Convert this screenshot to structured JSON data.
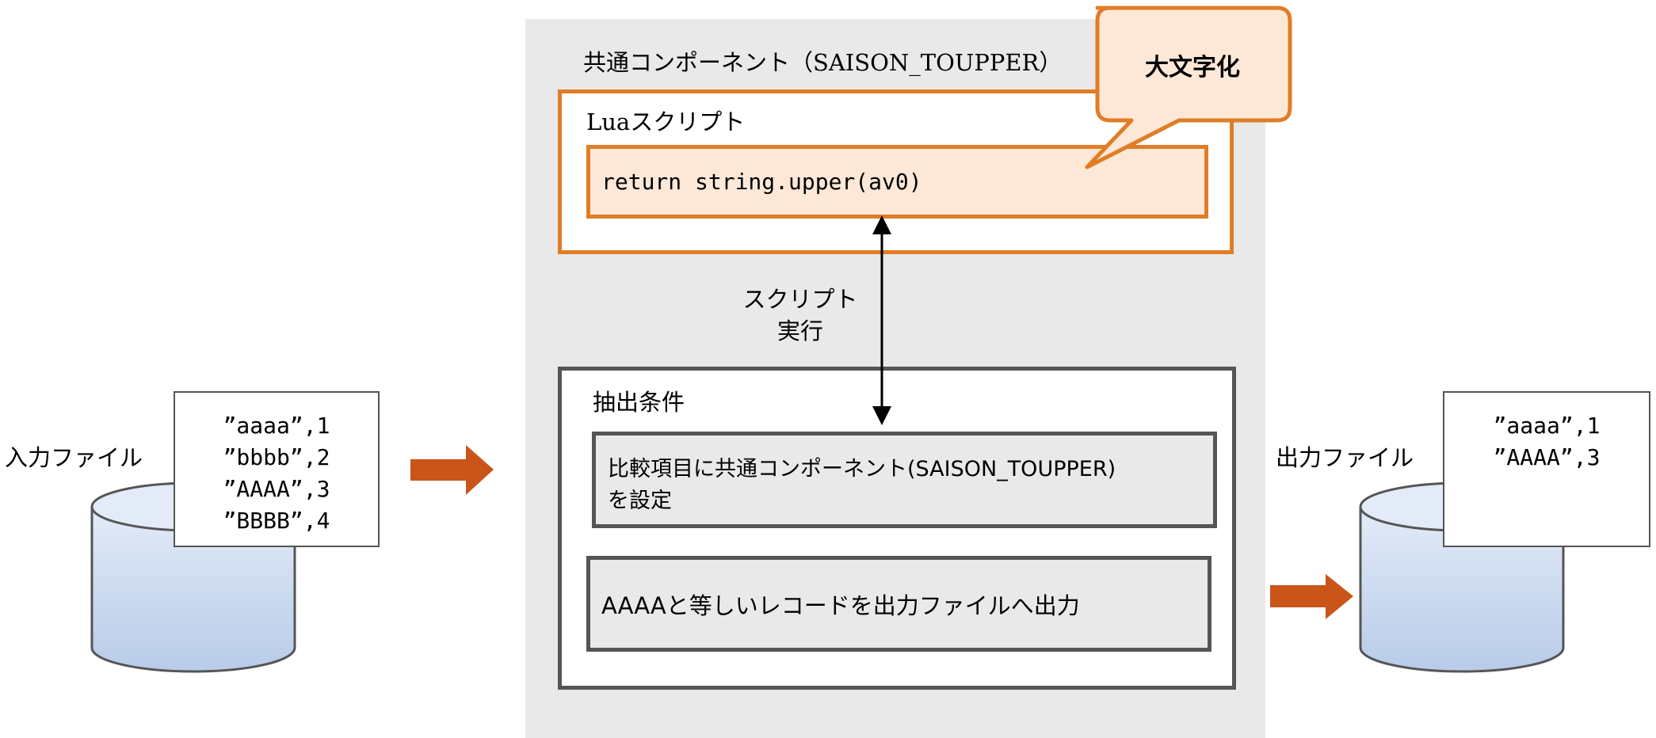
{
  "component": {
    "title": "共通コンポーネント（SAISON_TOUPPER）",
    "lua_label": "Luaスクリプト",
    "code": "return string.upper(av0)",
    "callout": "大文字化"
  },
  "execution": {
    "line1": "スクリプト",
    "line2": "実行"
  },
  "extraction": {
    "label": "抽出条件",
    "compare_line1": "比較項目に共通コンポーネント(SAISON_TOUPPER)",
    "compare_line2": "を設定",
    "output_condition": "AAAAと等しいレコードを出力ファイルへ出力"
  },
  "input_file": {
    "label": "入力ファイル",
    "records": [
      "”aaaa”,1",
      "”bbbb”,2",
      "”AAAA”,3",
      "”BBBB”,4"
    ]
  },
  "output_file": {
    "label": "出力ファイル",
    "records": [
      "”aaaa”,1",
      "”AAAA”,3"
    ]
  },
  "colors": {
    "accent_orange": "#e07d25",
    "code_fill": "#fde8d8",
    "callout_fill": "#fde8d8",
    "panel_gray": "#e9e9e9",
    "arrow_fill": "#c9551a",
    "cylinder_fill": "#c8d7ef",
    "border_gray": "#555555"
  }
}
